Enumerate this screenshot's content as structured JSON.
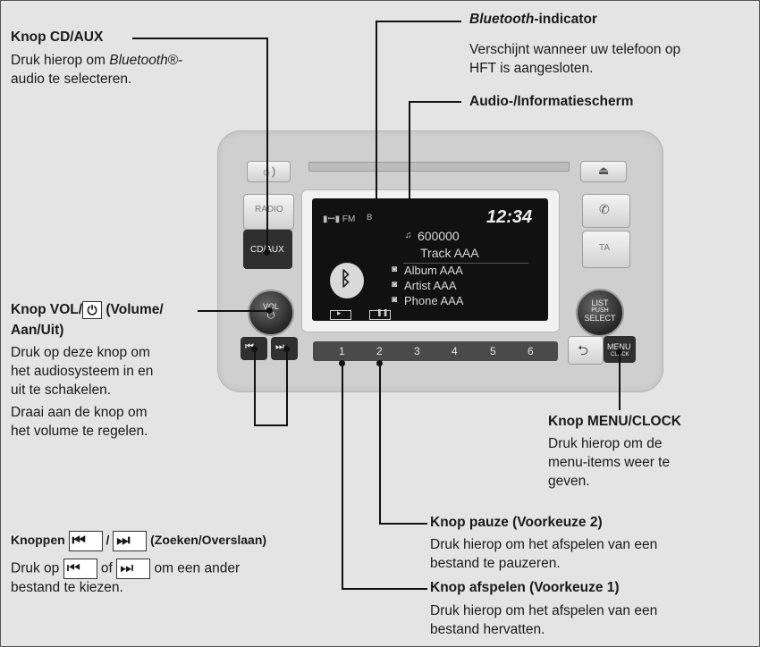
{
  "annotations": {
    "cd_aux": {
      "title": "Knop CD/AUX",
      "desc_pre": "Druk hierop om ",
      "desc_italic": "Bluetooth",
      "desc_post": "®-",
      "desc_line2": "audio te selecteren."
    },
    "bluetooth_indicator": {
      "title_italic": "Bluetooth",
      "title_rest": "-indicator",
      "desc_line1": "Verschijnt wanneer uw telefoon op",
      "desc_line2": "HFT is aangesloten."
    },
    "audio_screen": {
      "title": "Audio-/Informatiescherm"
    },
    "vol": {
      "title_pre": "Knop VOL/",
      "title_post": " (Volume/",
      "title_line2": "Aan/Uit)",
      "desc": [
        "Druk op deze knop om",
        "het audiosysteem in en",
        "uit te schakelen.",
        "Draai aan de knop om",
        "het volume te regelen."
      ]
    },
    "menu_clock": {
      "title": "Knop MENU/CLOCK",
      "desc": [
        "Druk hierop om de",
        "menu-items weer te",
        "geven."
      ]
    },
    "pause": {
      "title": "Knop pauze (Voorkeuze 2)",
      "desc": [
        "Druk hierop om het afspelen van een",
        "bestand te pauzeren."
      ]
    },
    "seek": {
      "title_pre": "Knoppen",
      "title_sep": "/",
      "title_post": "(Zoeken/Overslaan)",
      "desc_pre": "Druk op",
      "desc_mid": "of",
      "desc_post": "om een ander",
      "desc_line2": "bestand te kiezen."
    },
    "play": {
      "title": "Knop afspelen (Voorkeuze 1)",
      "desc": [
        "Druk hierop om het afspelen van een",
        "bestand hervatten."
      ]
    }
  },
  "unit": {
    "buttons": {
      "radio": "RADIO",
      "cd_aux": "CD/AUX",
      "ta": "TA",
      "vol": "VOL",
      "list_select": [
        "LIST",
        "PUSH",
        "SELECT"
      ],
      "menu": "MENU",
      "clock": "CLOCK"
    },
    "presets": [
      "1",
      "2",
      "3",
      "4",
      "5",
      "6"
    ],
    "icons": {
      "brightness": "brightness-icon",
      "eject": "eject-icon",
      "phone": "phone-icon",
      "back": "back-arrow-icon",
      "power": "power-icon"
    }
  },
  "screen": {
    "clock": "12:34",
    "station": "600000",
    "track": "Track AAA",
    "album": "Album AAA",
    "artist": "Artist AAA",
    "phone": "Phone AAA"
  },
  "colors": {
    "background": "#e4e4e4",
    "unit": "#cfcfcf",
    "screen": "#111111",
    "leader": "#111111"
  }
}
